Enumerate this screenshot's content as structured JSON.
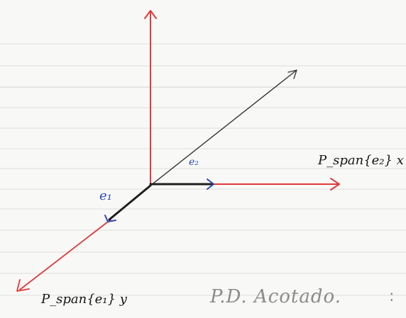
{
  "labels": {
    "e1": "e₁",
    "e2": "e₂",
    "projection_x": "P_span{e₂} x",
    "projection_y": "P_span{e₁} y",
    "footer": "P.D. Acotado."
  },
  "colors": {
    "red": "#e03a3a",
    "black": "#222222",
    "blue": "#2d49b8",
    "line": "#d7d7d7"
  }
}
